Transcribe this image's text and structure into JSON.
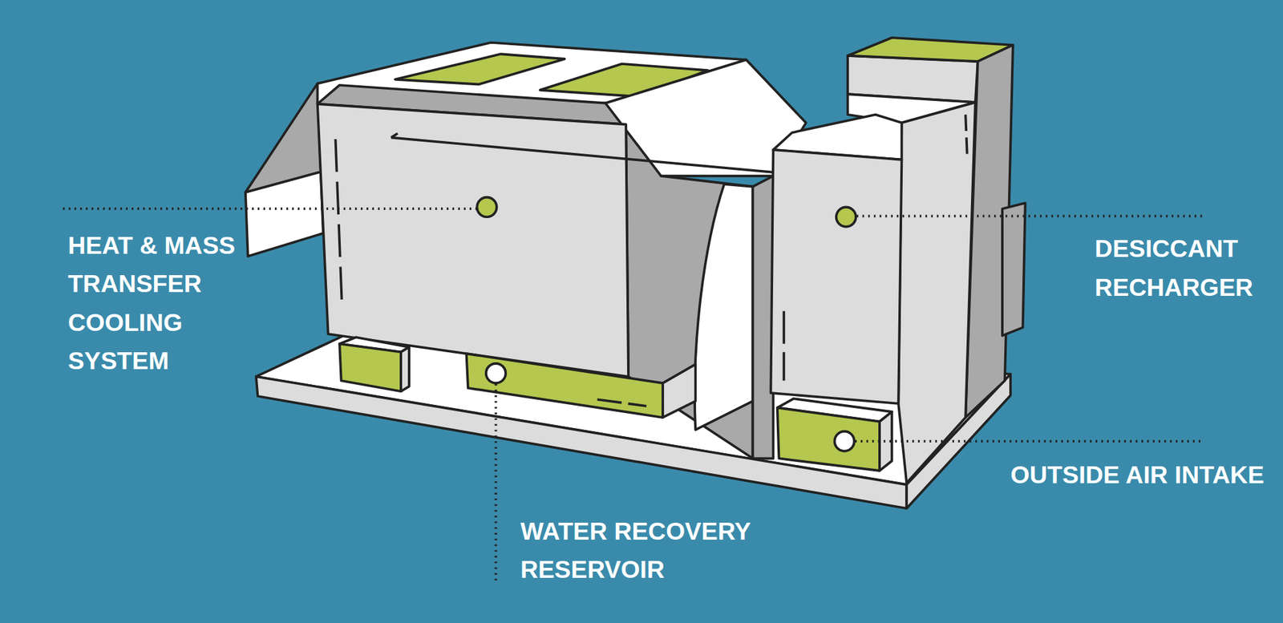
{
  "diagram": {
    "labels": [
      "HEAT & MASS TRANSFER COOLING SYSTEM",
      "DESICCANT RECHARGER",
      "OUTSIDE AIR INTAKE",
      "WATER RECOVERY RESERVOIR"
    ]
  }
}
